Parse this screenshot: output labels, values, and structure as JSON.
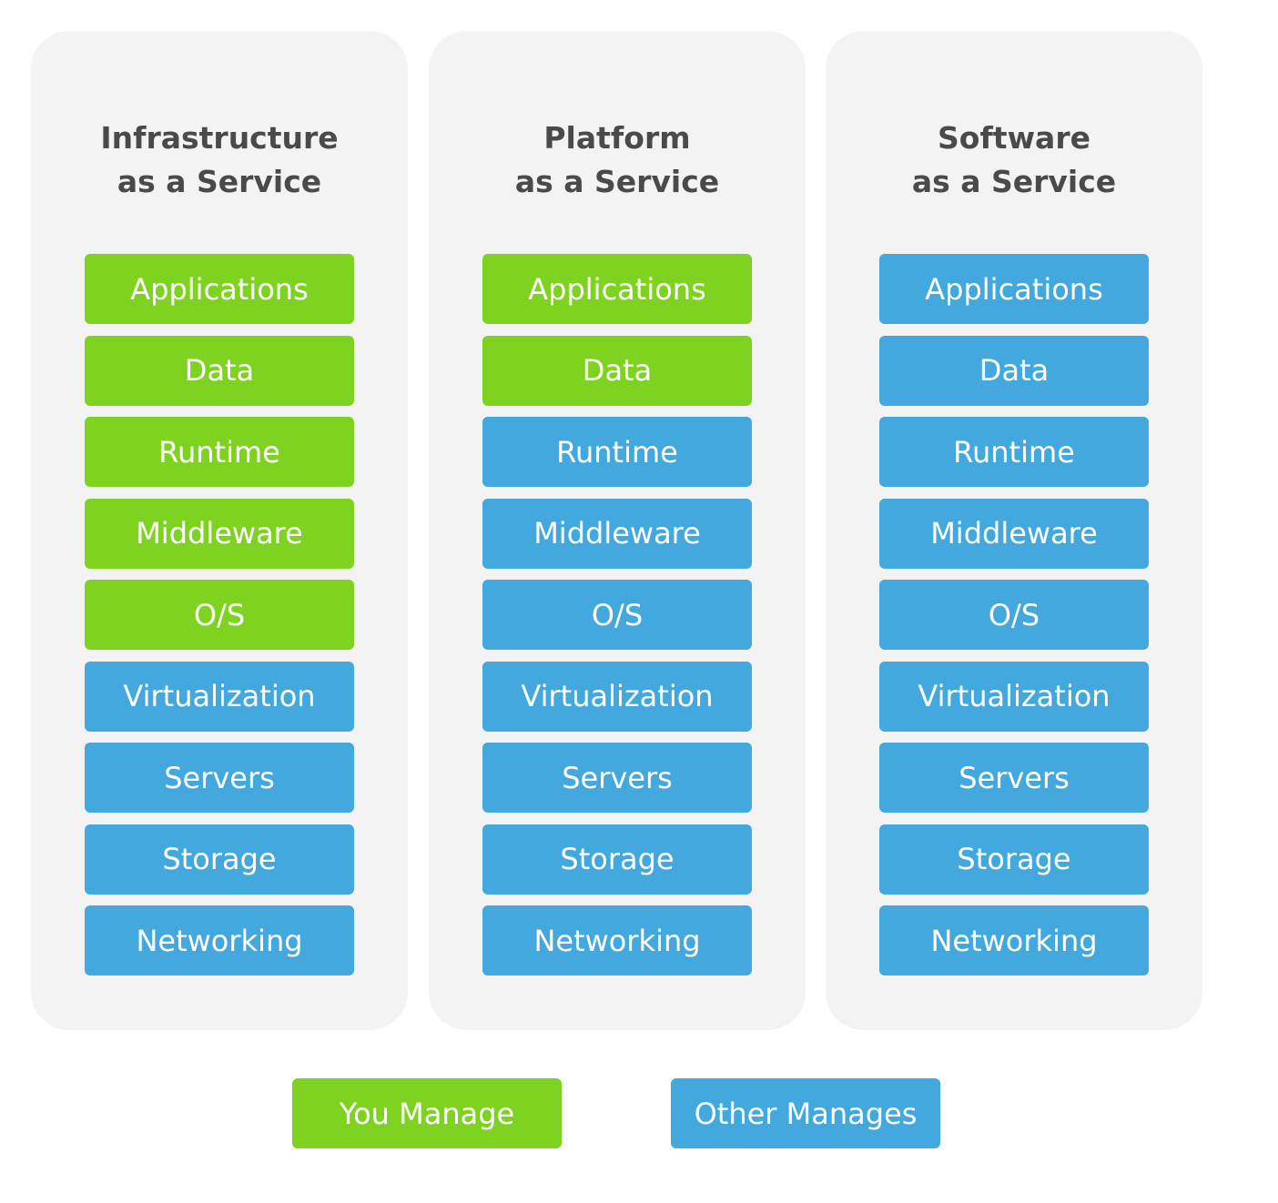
{
  "colors": {
    "you_manage": "#7ed321",
    "other_manages": "#42a8dd"
  },
  "columns": [
    {
      "title_line1": "Infrastructure",
      "title_line2": "as a Service",
      "layers": [
        {
          "label": "Applications",
          "managed_by": "you_manage"
        },
        {
          "label": "Data",
          "managed_by": "you_manage"
        },
        {
          "label": "Runtime",
          "managed_by": "you_manage"
        },
        {
          "label": "Middleware",
          "managed_by": "you_manage"
        },
        {
          "label": "O/S",
          "managed_by": "you_manage"
        },
        {
          "label": "Virtualization",
          "managed_by": "other_manages"
        },
        {
          "label": "Servers",
          "managed_by": "other_manages"
        },
        {
          "label": "Storage",
          "managed_by": "other_manages"
        },
        {
          "label": "Networking",
          "managed_by": "other_manages"
        }
      ]
    },
    {
      "title_line1": "Platform",
      "title_line2": "as a Service",
      "layers": [
        {
          "label": "Applications",
          "managed_by": "you_manage"
        },
        {
          "label": "Data",
          "managed_by": "you_manage"
        },
        {
          "label": "Runtime",
          "managed_by": "other_manages"
        },
        {
          "label": "Middleware",
          "managed_by": "other_manages"
        },
        {
          "label": "O/S",
          "managed_by": "other_manages"
        },
        {
          "label": "Virtualization",
          "managed_by": "other_manages"
        },
        {
          "label": "Servers",
          "managed_by": "other_manages"
        },
        {
          "label": "Storage",
          "managed_by": "other_manages"
        },
        {
          "label": "Networking",
          "managed_by": "other_manages"
        }
      ]
    },
    {
      "title_line1": "Software",
      "title_line2": "as a Service",
      "layers": [
        {
          "label": "Applications",
          "managed_by": "other_manages"
        },
        {
          "label": "Data",
          "managed_by": "other_manages"
        },
        {
          "label": "Runtime",
          "managed_by": "other_manages"
        },
        {
          "label": "Middleware",
          "managed_by": "other_manages"
        },
        {
          "label": "O/S",
          "managed_by": "other_manages"
        },
        {
          "label": "Virtualization",
          "managed_by": "other_manages"
        },
        {
          "label": "Servers",
          "managed_by": "other_manages"
        },
        {
          "label": "Storage",
          "managed_by": "other_manages"
        },
        {
          "label": "Networking",
          "managed_by": "other_manages"
        }
      ]
    }
  ],
  "legend": {
    "you_manage": "You Manage",
    "other_manages": "Other Manages"
  }
}
